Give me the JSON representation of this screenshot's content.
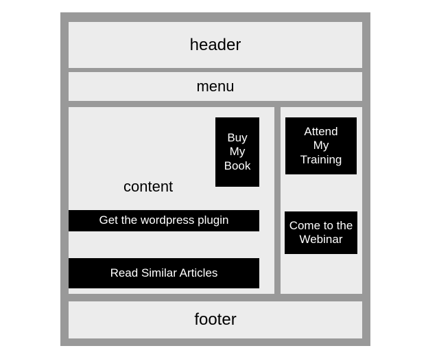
{
  "wireframe": {
    "colors": {
      "frame": "#999999",
      "panel": "#ececec",
      "cta_background": "#000000",
      "cta_text": "#ffffff",
      "label_text": "#000000",
      "page_background": "#ffffff"
    },
    "header": {
      "label": "header"
    },
    "menu": {
      "label": "menu"
    },
    "content": {
      "label": "content",
      "ctas": [
        {
          "label": "Buy My Book",
          "line1": "Buy",
          "line2": "My",
          "line3": "Book"
        },
        {
          "label": "Get the wordpress plugin"
        },
        {
          "label": "Read Similar Articles"
        }
      ]
    },
    "sidebar": {
      "ctas": [
        {
          "label": "Attend My Training",
          "line1": "Attend",
          "line2": "My",
          "line3": "Training"
        },
        {
          "label": "Come to the Webinar",
          "line1": "Come to the",
          "line2": "Webinar"
        }
      ]
    },
    "footer": {
      "label": "footer"
    }
  }
}
